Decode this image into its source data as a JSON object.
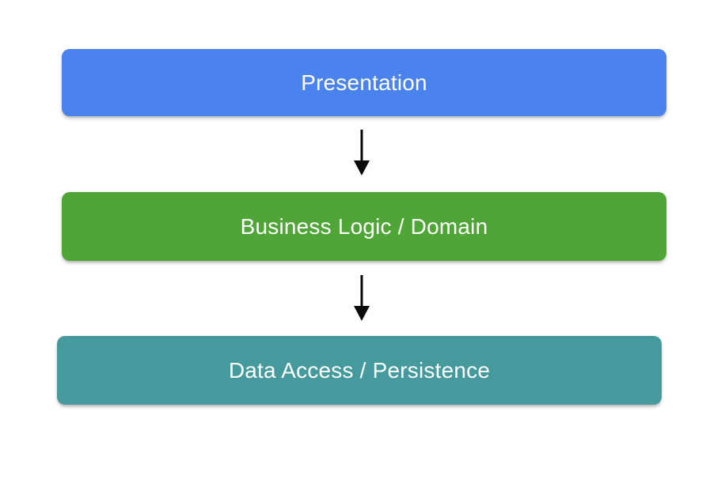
{
  "diagram": {
    "name": "layered-architecture-diagram",
    "background_color": "#ffffff",
    "arrow_color": "#0a0a0a",
    "label_color": "#ffffff",
    "layers": [
      {
        "label": "Presentation",
        "color": "#4a82ee"
      },
      {
        "label": "Business Logic / Domain",
        "color": "#4fa636"
      },
      {
        "label": "Data Access / Persistence",
        "color": "#459a9e"
      }
    ],
    "arrows": [
      {
        "from": "Presentation",
        "to": "Business Logic / Domain",
        "direction": "down"
      },
      {
        "from": "Business Logic / Domain",
        "to": "Data Access / Persistence",
        "direction": "down"
      }
    ]
  }
}
